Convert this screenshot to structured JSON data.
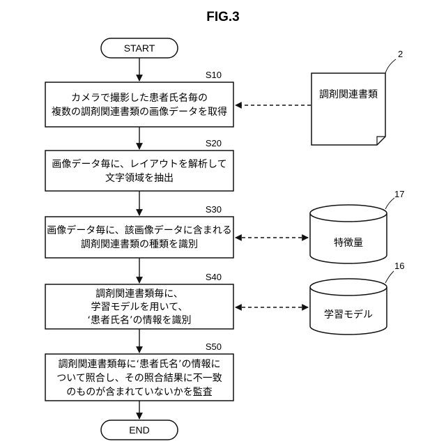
{
  "figure_title": "FIG.3",
  "terminals": {
    "start": "START",
    "end": "END"
  },
  "steps": [
    {
      "label": "S10",
      "lines": [
        "カメラで撮影した患者氏名毎の",
        "複数の調剤関連書類の画像データを取得"
      ]
    },
    {
      "label": "S20",
      "lines": [
        "画像データ毎に、レイアウトを解析して",
        "文字領域を抽出"
      ]
    },
    {
      "label": "S30",
      "lines": [
        "画像データ毎に、該画像データに含まれる",
        "調剤関連書類の種類を識別"
      ]
    },
    {
      "label": "S40",
      "lines": [
        "調剤関連書類毎に、",
        "学習モデルを用いて、",
        "‘患者氏名’の情報を識別"
      ]
    },
    {
      "label": "S50",
      "lines": [
        "調剤関連書類毎に‘患者氏名’の情報に",
        "ついて照合し、その照合結果に不一致",
        "のものが含まれていないかを監査"
      ]
    }
  ],
  "side_items": {
    "document": {
      "text": "調剤関連書類",
      "ref": "2"
    },
    "feature_db": {
      "text": "特徴量",
      "ref": "17"
    },
    "model_db": {
      "text": "学習モデル",
      "ref": "16"
    }
  }
}
